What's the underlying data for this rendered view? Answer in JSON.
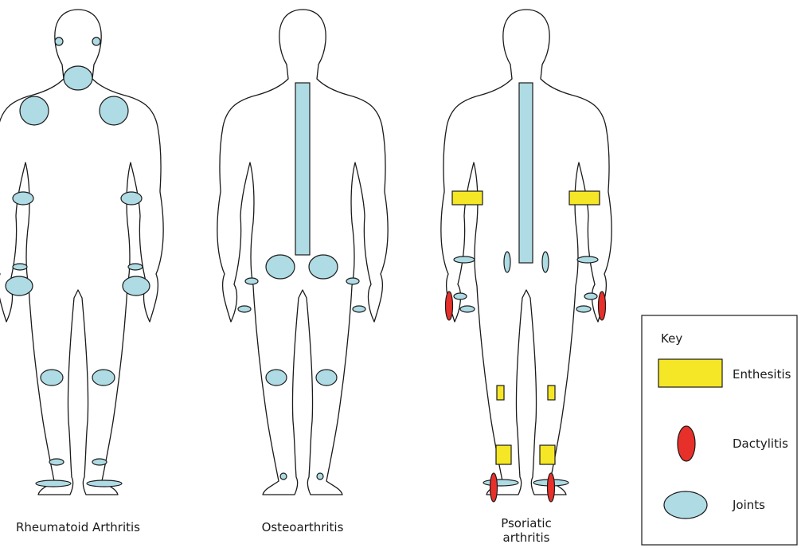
{
  "figures": [
    {
      "caption": [
        "Rheumatoid Arthritis"
      ]
    },
    {
      "caption": [
        "Osteoarthritis"
      ]
    },
    {
      "caption": [
        "Psoriatic",
        "arthritis"
      ]
    }
  ],
  "key": {
    "title": "Key",
    "items": [
      {
        "label": "Enthesitis",
        "marker": "rectangle",
        "color": "#f6e726"
      },
      {
        "label": "Dactylitis",
        "marker": "vertical-ellipse",
        "color": "#e8302a"
      },
      {
        "label": "Joints",
        "marker": "ellipse",
        "color": "#aedbe4"
      }
    ]
  },
  "colors": {
    "joint": "#aedbe4",
    "enthesitis": "#f6e726",
    "dactylitis": "#e8302a",
    "outline": "#1a1a1a"
  }
}
